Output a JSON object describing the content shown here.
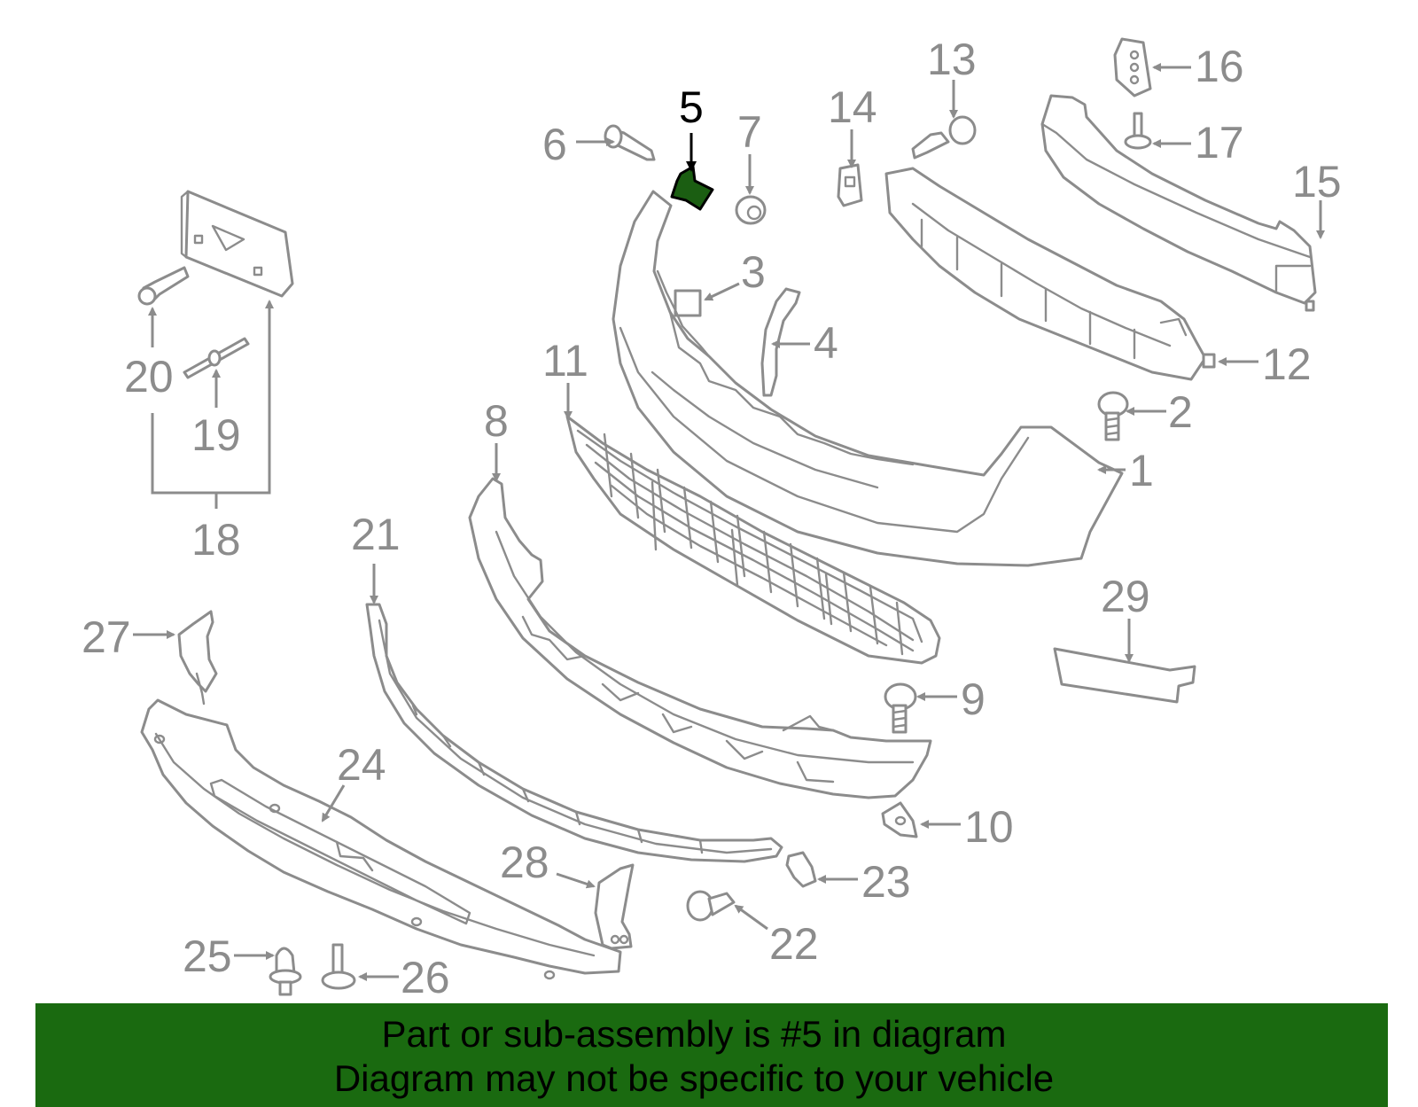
{
  "colors": {
    "banner_bg": "#1a6a10",
    "highlight_fill": "#1b5e12",
    "line_gray": "#8c8c8c",
    "highlight_text": "#000000"
  },
  "highlighted_part": "5",
  "callouts": {
    "c1": "1",
    "c2": "2",
    "c3": "3",
    "c4": "4",
    "c5": "5",
    "c6": "6",
    "c7": "7",
    "c8": "8",
    "c9": "9",
    "c10": "10",
    "c11": "11",
    "c12": "12",
    "c13": "13",
    "c14": "14",
    "c15": "15",
    "c16": "16",
    "c17": "17",
    "c18": "18",
    "c19": "19",
    "c20": "20",
    "c21": "21",
    "c22": "22",
    "c23": "23",
    "c24": "24",
    "c25": "25",
    "c26": "26",
    "c27": "27",
    "c28": "28",
    "c29": "29"
  },
  "banner": {
    "line1": "Part or sub-assembly is #5 in diagram",
    "line2": "Diagram may not be specific to your vehicle"
  }
}
